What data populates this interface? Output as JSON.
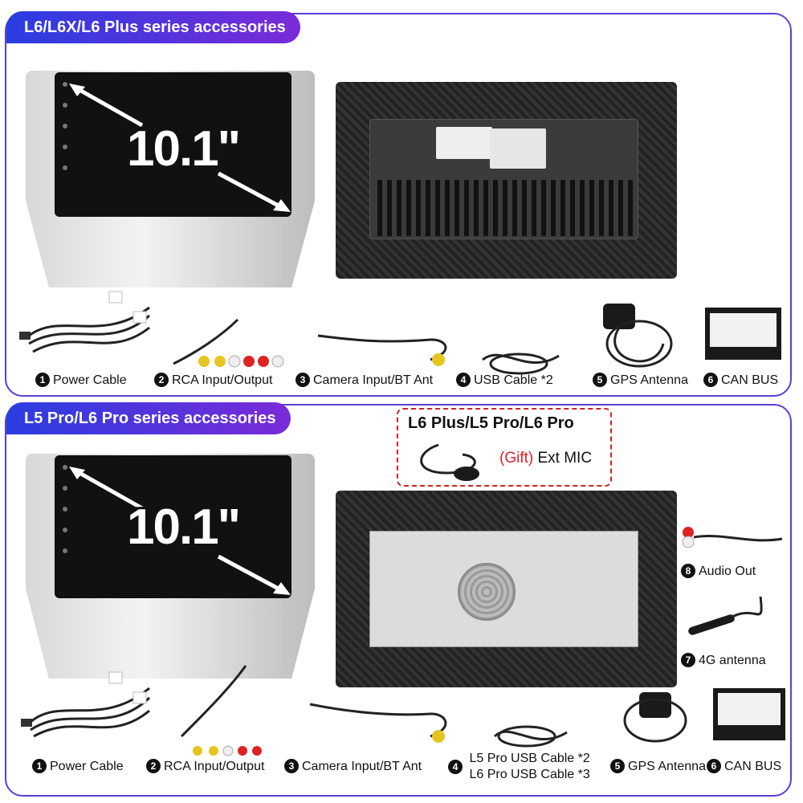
{
  "top_section": {
    "title": "L6/L6X/L6 Plus series accessories",
    "screen_size": "10.1\"",
    "accessories": [
      {
        "num": "1",
        "label": "Power Cable"
      },
      {
        "num": "2",
        "label": "RCA Input/Output"
      },
      {
        "num": "3",
        "label": "Camera Input/BT Ant"
      },
      {
        "num": "4",
        "label": "USB Cable *2"
      },
      {
        "num": "5",
        "label": "GPS Antenna"
      },
      {
        "num": "6",
        "label": "CAN BUS"
      }
    ]
  },
  "bottom_section": {
    "title": "L5 Pro/L6 Pro series accessories",
    "screen_size": "10.1\"",
    "gift": {
      "title": "L6 Plus/L5 Pro/L6 Pro",
      "tag": "(Gift)",
      "item": "Ext MIC"
    },
    "accessories": [
      {
        "num": "1",
        "label": "Power Cable"
      },
      {
        "num": "2",
        "label": "RCA Input/Output"
      },
      {
        "num": "3",
        "label": "Camera Input/BT Ant"
      },
      {
        "num": "4",
        "label_line1": "L5 Pro USB Cable *2",
        "label_line2": "L6 Pro USB Cable *3"
      },
      {
        "num": "5",
        "label": "GPS Antenna"
      },
      {
        "num": "6",
        "label": "CAN BUS"
      },
      {
        "num": "8",
        "label": "Audio Out"
      },
      {
        "num": "7",
        "label": "4G antenna"
      }
    ]
  },
  "colors": {
    "title_gradient_start": "#2a3de0",
    "title_gradient_end": "#7a2bd8",
    "panel_border": "#5b3fd6",
    "gift_accent": "#d32020"
  }
}
